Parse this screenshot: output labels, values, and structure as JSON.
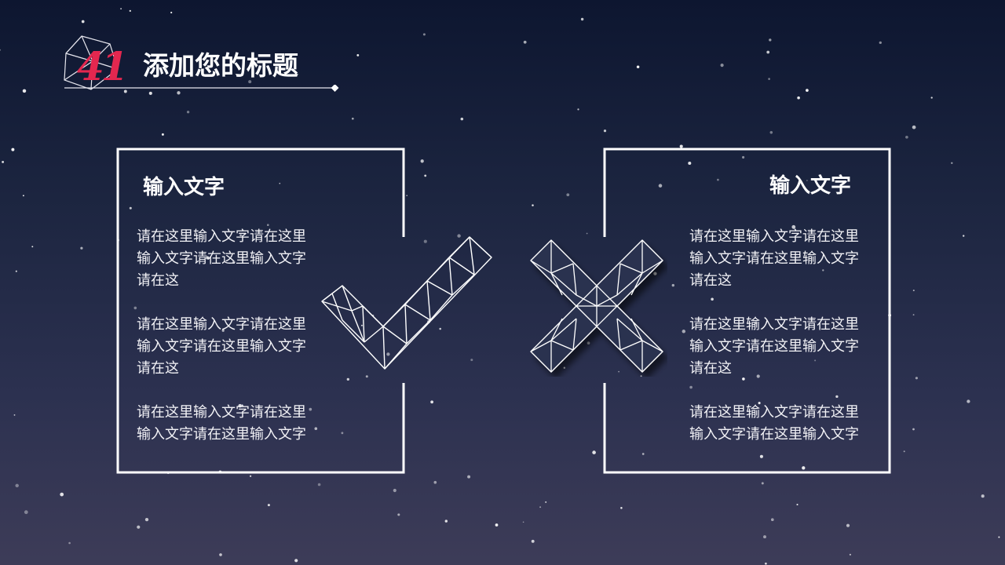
{
  "header": {
    "number": "41",
    "title": "添加您的标题"
  },
  "left_panel": {
    "heading": "输入文字",
    "paragraphs": [
      "请在这里输入文字请在这里输入文字请在这里输入文字请在这",
      "请在这里输入文字请在这里输入文字请在这里输入文字请在这",
      "请在这里输入文字请在这里输入文字请在这里输入文字"
    ]
  },
  "right_panel": {
    "heading": "输入文字",
    "paragraphs": [
      "请在这里输入文字请在这里输入文字请在这里输入文字请在这",
      "请在这里输入文字请在这里输入文字请在这里输入文字请在这",
      "请在这里输入文字请在这里输入文字请在这里输入文字"
    ]
  },
  "icons": {
    "left": "check-mark-icon",
    "right": "cross-mark-icon"
  },
  "colors": {
    "accent": "#e3274f",
    "background_top": "#0d1630",
    "background_bottom": "#3d3c58",
    "line": "#ffffff"
  }
}
